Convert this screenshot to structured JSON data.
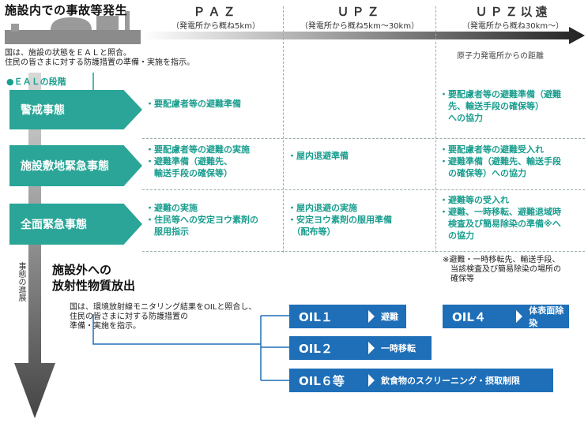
{
  "header": {
    "title": "施設内での事故等発生",
    "paz": {
      "name": "ＰＡＺ",
      "distance": "（発電所から概ね5km）"
    },
    "upz": {
      "name": "ＵＰＺ",
      "distance": "（発電所から概ね5km〜30km）"
    },
    "beyond": {
      "name": "ＵＰＺ以遠",
      "distance": "（発電所から概ね30km〜）"
    },
    "distance_caption": "原子力発電所からの距離"
  },
  "country_note": [
    "国は、施設の状態をＥＡＬと照合。",
    "住民の皆さまに対する防護措置の準備・実施を指示。"
  ],
  "eal_label": "●ＥＡＬの段階",
  "stages": [
    {
      "name": "警戒事態",
      "paz": [
        "・要配慮者等の避難準備"
      ],
      "upz": [],
      "beyond": [
        "・要配慮者等の避難準備（避難",
        "　先、輸送手段の確保等）",
        "　への協力"
      ]
    },
    {
      "name": "施設敷地緊急事態",
      "paz": [
        "・要配慮者等の避難の実施",
        "・避難準備（避難先、",
        "　輸送手段の確保等）"
      ],
      "upz": [
        "・屋内退避準備"
      ],
      "beyond": [
        "・要配慮者等の避難受入れ",
        "・避難準備（避難先、輸送手段",
        "　の確保等）への協力"
      ]
    },
    {
      "name": "全面緊急事態",
      "paz": [
        "・避難の実施",
        "・住民等への安定ヨウ素剤の",
        "　服用指示"
      ],
      "upz": [
        "・屋内退避の実施",
        "・安定ヨウ素剤の服用準備",
        "　（配布等）"
      ],
      "beyond": [
        "・避難等の受入れ",
        "・避難、一時移転、避難退域時",
        "　検査及び簡易除染の準備※へ",
        "　の協力"
      ]
    }
  ],
  "progress_label": "事態の進展",
  "release": {
    "title_lines": [
      "施設外への",
      "放射性物質放出"
    ],
    "note": [
      "国は、環境放射線モニタリング結果をOILと照合し、",
      "住民の皆さまに対する防護措置の",
      "準備・実施を指示。"
    ]
  },
  "footnote": [
    "※避難・一時移転先、輸送手段、",
    "　当該検査及び簡易除染の場所の",
    "　確保等"
  ],
  "oils": [
    {
      "name": "OIL１",
      "action": "避難"
    },
    {
      "name": "OIL２",
      "action": "一時移転"
    },
    {
      "name": "OIL６等",
      "action": "飲食物のスクリーニング・摂取制限"
    },
    {
      "name": "OIL４",
      "action": "体表面除染"
    }
  ],
  "colors": {
    "stage": "#2aa597",
    "oil": "#1e6fb8",
    "text_accent": "#1a9e8f"
  }
}
